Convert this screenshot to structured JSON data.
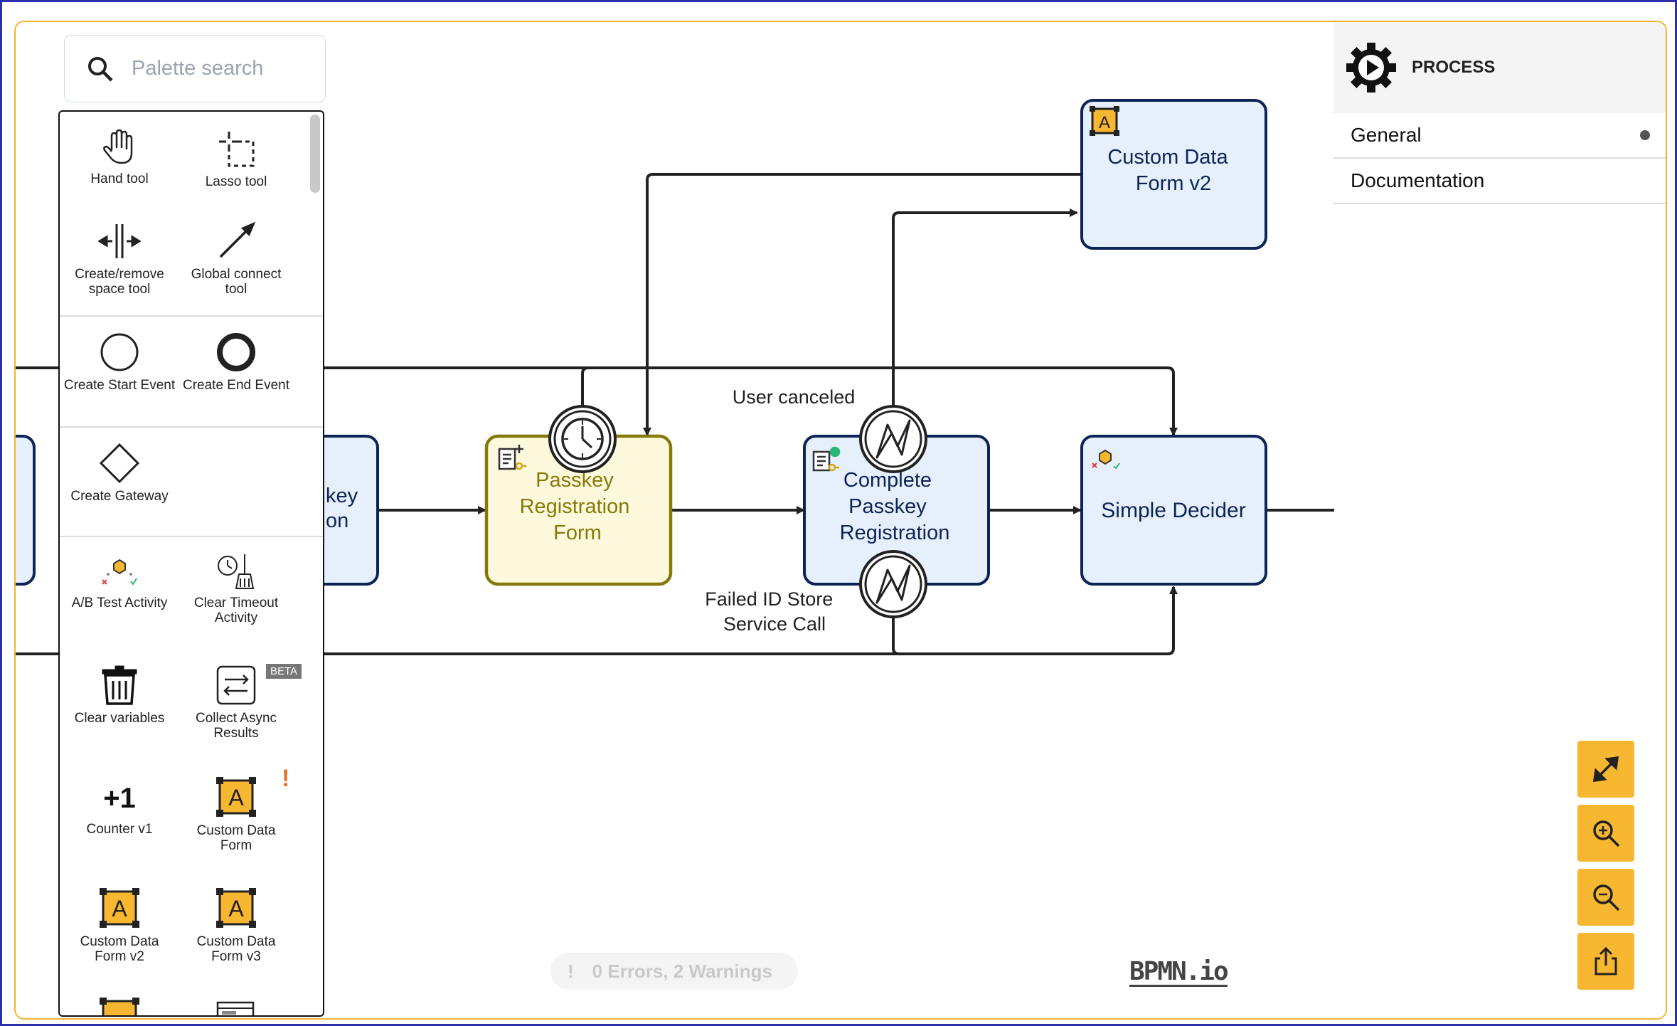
{
  "palette": {
    "search_placeholder": "Palette search",
    "tools": {
      "hand": "Hand tool",
      "lasso": "Lasso tool",
      "space": "Create/remove space tool",
      "connect": "Global connect tool",
      "start_event": "Create Start Event",
      "end_event": "Create End Event",
      "gateway": "Create Gateway",
      "ab_test": "A/B Test Activity",
      "clear_timeout": "Clear Timeout Activity",
      "clear_variables": "Clear variables",
      "collect_async": "Collect Async Results",
      "counter": "Counter v1",
      "custom_form": "Custom Data Form",
      "custom_form_v2": "Custom Data Form v2",
      "custom_form_v3": "Custom Data Form v3"
    },
    "beta_badge": "BETA",
    "warning_mark": "!"
  },
  "diagram": {
    "tasks": {
      "partial_line1": "key",
      "partial_line2": "on",
      "passkey_form": [
        "Passkey",
        "Registration",
        "Form"
      ],
      "complete_passkey": [
        "Complete",
        "Passkey",
        "Registration"
      ],
      "custom_form_v2": [
        "Custom Data",
        "Form v2"
      ],
      "simple_decider": "Simple Decider"
    },
    "labels": {
      "user_canceled": "User canceled",
      "failed_store": [
        "Failed ID Store",
        "Service Call"
      ]
    },
    "icon_letter": "A"
  },
  "properties": {
    "section_title": "PROCESS",
    "groups": [
      "General",
      "Documentation"
    ]
  },
  "status": {
    "icon": "!",
    "text": "0 Errors, 2 Warnings"
  },
  "logo": "BPMN.io",
  "colors": {
    "task_fill": "#e6effc",
    "task_stroke": "#0d2456",
    "selected_fill": "#fdf9dc",
    "selected_stroke": "#857a09",
    "accent": "#f7b731"
  }
}
